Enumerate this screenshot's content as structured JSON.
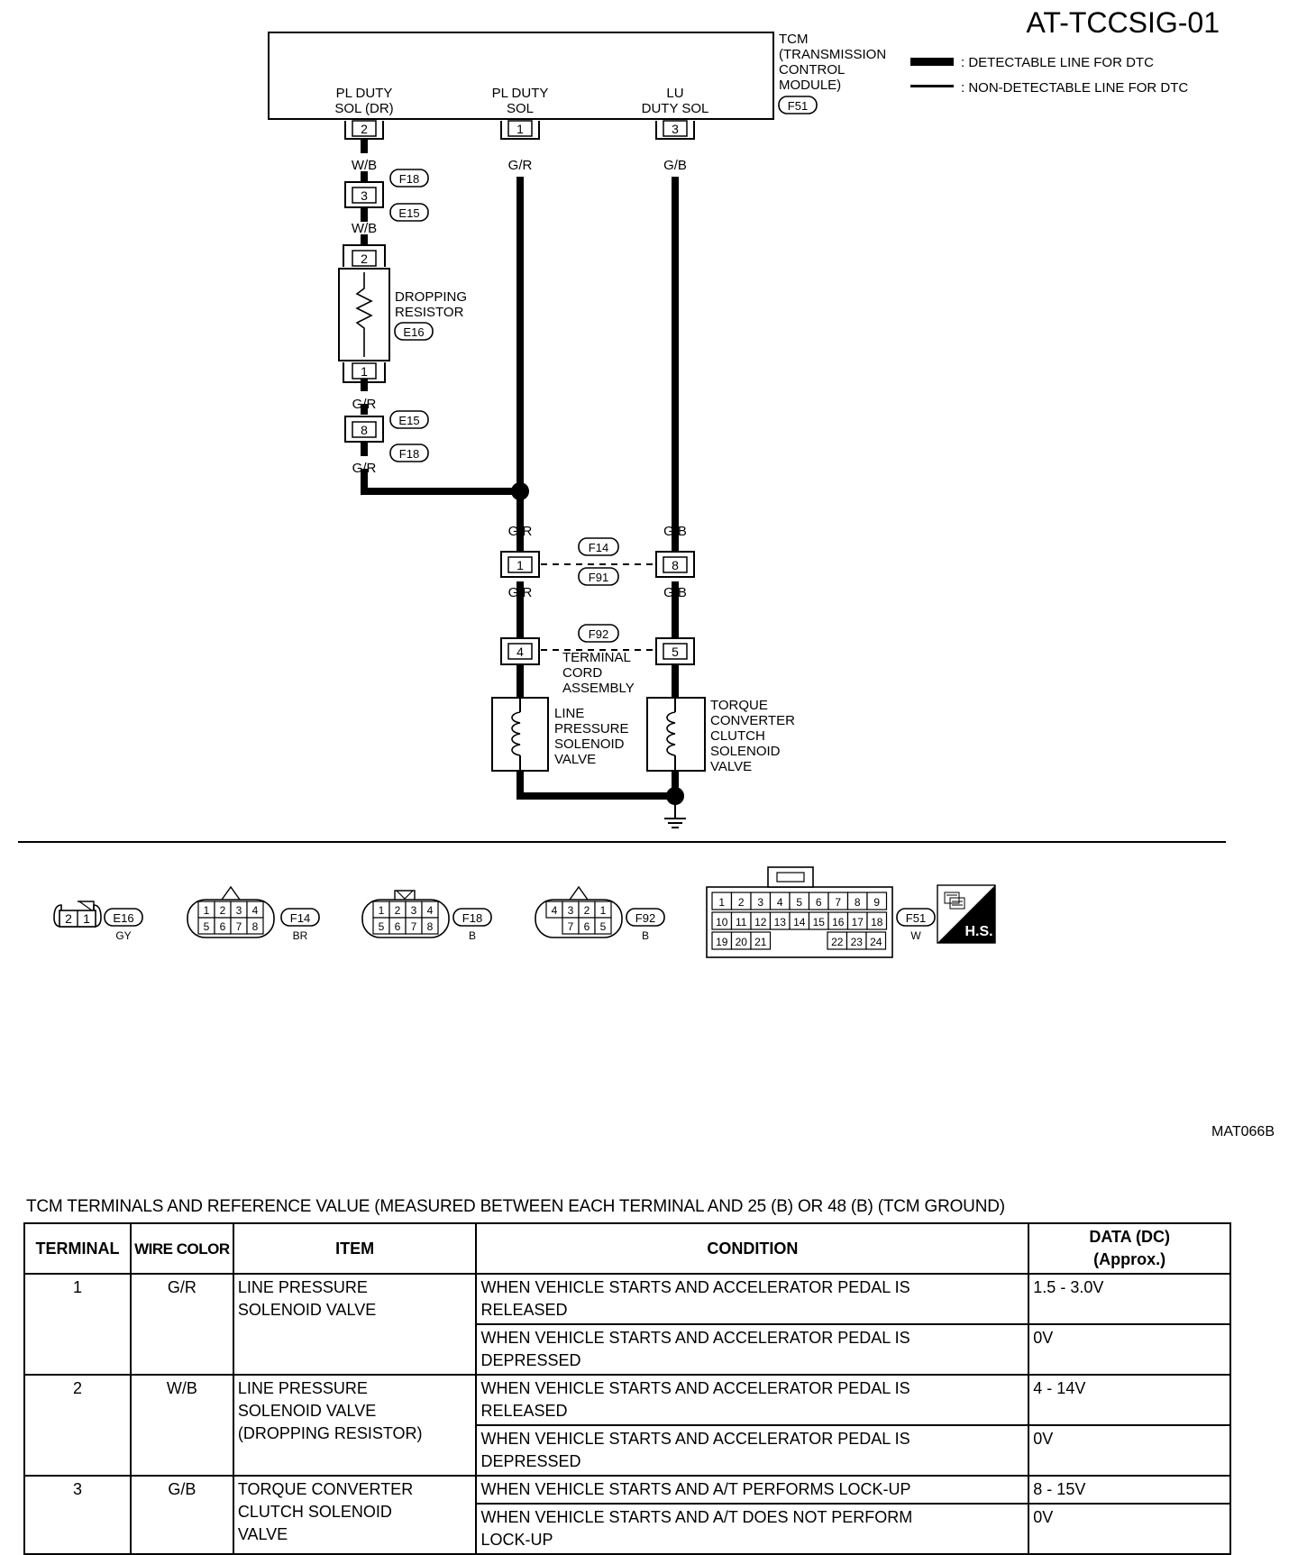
{
  "diagram_id": "AT-TCCSIG-01",
  "figure_code": "MAT066B",
  "legend": {
    "detectable": ": DETECTABLE LINE FOR DTC",
    "non_detectable": ": NON-DETECTABLE LINE FOR DTC"
  },
  "tcm": {
    "name": "TCM",
    "full_name_1": "(TRANSMISSION",
    "full_name_2": "CONTROL",
    "full_name_3": "MODULE)",
    "connector": "F51",
    "terminals": [
      {
        "label_1": "PL DUTY",
        "label_2": "SOL (DR)",
        "pin": "2",
        "wire": "W/B"
      },
      {
        "label_1": "PL DUTY",
        "label_2": "SOL",
        "pin": "1",
        "wire": "G/R"
      },
      {
        "label_1": "LU",
        "label_2": "DUTY SOL",
        "pin": "3",
        "wire": "G/B"
      }
    ]
  },
  "left_branch": {
    "conn_a": {
      "top": "F18",
      "bottom": "E15",
      "pin": "3"
    },
    "wire_mid": "W/B",
    "resistor": {
      "label_1": "DROPPING",
      "label_2": "RESISTOR",
      "connector": "E16",
      "pin_top": "2",
      "pin_bottom": "1"
    },
    "wire_below_resistor": "G/R",
    "conn_b": {
      "top": "E15",
      "bottom": "F18",
      "pin": "8"
    },
    "wire_bottom": "G/R"
  },
  "middle": {
    "wire_gr_1": "G/R",
    "wire_gb_1": "G/B",
    "conn_f14": "F14",
    "conn_f91": "F91",
    "pin_left_1": "1",
    "pin_right_1": "8",
    "wire_gr_2": "G/R",
    "wire_gb_2": "G/B",
    "conn_f92": "F92",
    "pin_left_2": "4",
    "pin_right_2": "5",
    "terminal_cord_1": "TERMINAL",
    "terminal_cord_2": "CORD",
    "terminal_cord_3": "ASSEMBLY"
  },
  "solenoids": {
    "lp_1": "LINE",
    "lp_2": "PRESSURE",
    "lp_3": "SOLENOID",
    "lp_4": "VALVE",
    "tc_1": "TORQUE",
    "tc_2": "CONVERTER",
    "tc_3": "CLUTCH",
    "tc_4": "SOLENOID",
    "tc_5": "VALVE"
  },
  "connector_views": [
    {
      "id": "E16",
      "color": "GY",
      "pins_row1": [
        "2",
        "1"
      ]
    },
    {
      "id": "F14",
      "color": "BR",
      "pins_row1": [
        "1",
        "2",
        "3",
        "4"
      ],
      "pins_row2": [
        "5",
        "6",
        "7",
        "8"
      ]
    },
    {
      "id": "F18",
      "color": "B",
      "pins_row1": [
        "1",
        "2",
        "3",
        "4"
      ],
      "pins_row2": [
        "5",
        "6",
        "7",
        "8"
      ]
    },
    {
      "id": "F92",
      "color": "B",
      "pins_row1": [
        "4",
        "3",
        "2",
        "1"
      ],
      "pins_row2": [
        "7",
        "6",
        "5"
      ]
    },
    {
      "id": "F51",
      "color": "W",
      "pins_row1": [
        "1",
        "2",
        "3",
        "4",
        "5",
        "6",
        "7",
        "8",
        "9"
      ],
      "pins_row2": [
        "10",
        "11",
        "12",
        "13",
        "14",
        "15",
        "16",
        "17",
        "18"
      ],
      "pins_row3_left": [
        "19",
        "20",
        "21"
      ],
      "pins_row3_right": [
        "22",
        "23",
        "24"
      ]
    }
  ],
  "hs_badge": "H.S.",
  "table": {
    "caption": "TCM TERMINALS AND REFERENCE VALUE (MEASURED BETWEEN EACH TERMINAL AND 25 (B) OR 48 (B) (TCM GROUND)",
    "headers": {
      "terminal": "TERMINAL",
      "wire_color": "WIRE COLOR",
      "item": "ITEM",
      "condition": "CONDITION",
      "data_1": "DATA (DC)",
      "data_2": "(Approx.)"
    },
    "rows": [
      {
        "terminal": "1",
        "wire_color": "G/R",
        "item_1": "LINE PRESSURE",
        "item_2": "SOLENOID VALVE",
        "item_3": "",
        "cond_a_1": "WHEN VEHICLE STARTS AND ACCELERATOR PEDAL IS",
        "cond_a_2": "RELEASED",
        "data_a": "1.5 - 3.0V",
        "cond_b_1": "WHEN VEHICLE STARTS AND ACCELERATOR PEDAL IS",
        "cond_b_2": "DEPRESSED",
        "data_b": "0V"
      },
      {
        "terminal": "2",
        "wire_color": "W/B",
        "item_1": "LINE PRESSURE",
        "item_2": "SOLENOID VALVE",
        "item_3": "(DROPPING RESISTOR)",
        "cond_a_1": "WHEN VEHICLE STARTS AND ACCELERATOR PEDAL IS",
        "cond_a_2": "RELEASED",
        "data_a": "4 - 14V",
        "cond_b_1": "WHEN VEHICLE STARTS AND ACCELERATOR PEDAL IS",
        "cond_b_2": "DEPRESSED",
        "data_b": "0V"
      },
      {
        "terminal": "3",
        "wire_color": "G/B",
        "item_1": "TORQUE CONVERTER",
        "item_2": "CLUTCH SOLENOID",
        "item_3": "VALVE",
        "cond_a_1": "WHEN VEHICLE STARTS AND A/T PERFORMS LOCK-UP",
        "cond_a_2": "",
        "data_a": "8 - 15V",
        "cond_b_1": "WHEN VEHICLE STARTS AND A/T DOES NOT PERFORM",
        "cond_b_2": "LOCK-UP",
        "data_b": "0V"
      }
    ]
  }
}
